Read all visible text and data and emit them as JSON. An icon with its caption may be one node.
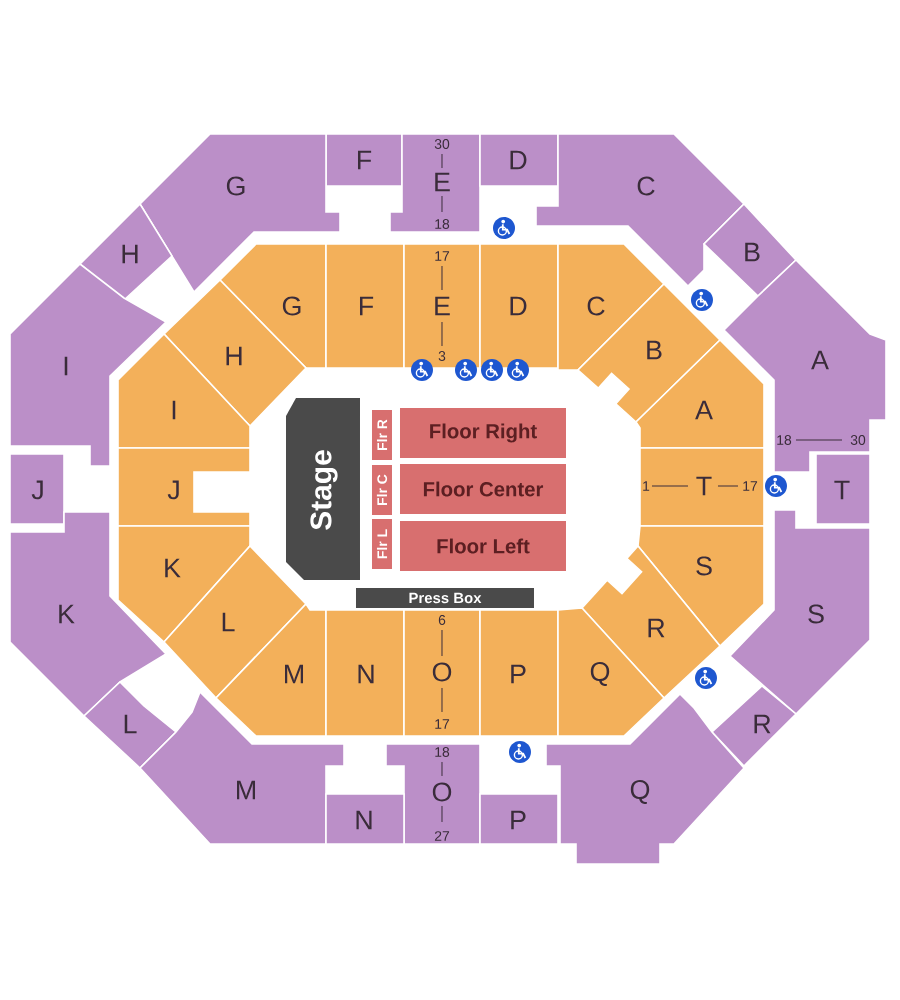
{
  "diagram": {
    "nodes": [
      {
        "text": [
          "F"
        ]
      },
      {
        "text": [
          "30",
          "E",
          "18"
        ]
      },
      {
        "text": [
          "D"
        ]
      },
      {
        "text": [
          "G"
        ]
      },
      {
        "text": [
          "C"
        ]
      },
      {
        "text": [
          "H"
        ]
      },
      {
        "text": [
          "B"
        ]
      },
      {
        "text": [
          "G"
        ]
      },
      {
        "text": [
          "F"
        ]
      },
      {
        "text": [
          "17",
          "E",
          "3"
        ]
      },
      {
        "text": [
          "D"
        ]
      },
      {
        "text": [
          "C"
        ]
      },
      {
        "text": [
          "B"
        ]
      },
      {
        "text": [
          "H"
        ]
      },
      {
        "text": [
          "I"
        ]
      },
      {
        "text": [
          "A",
          "18",
          "30"
        ]
      },
      {
        "text": [
          "I"
        ]
      },
      {
        "text": [
          "A"
        ]
      },
      {
        "text": [
          "Flr R"
        ]
      },
      {
        "text": [
          "Floor Right"
        ]
      },
      {
        "text": [
          "Stage"
        ]
      },
      {
        "text": [
          "Flr C"
        ]
      },
      {
        "text": [
          "Floor Center"
        ]
      },
      {
        "text": [
          "J"
        ]
      },
      {
        "text": [
          "J"
        ]
      },
      {
        "text": [
          "1",
          "T",
          "17"
        ]
      },
      {
        "text": [
          "T"
        ]
      },
      {
        "text": [
          "Flr L"
        ]
      },
      {
        "text": [
          "Floor Left"
        ]
      },
      {
        "text": [
          "K"
        ]
      },
      {
        "text": [
          "S"
        ]
      },
      {
        "text": [
          "Press Box"
        ]
      },
      {
        "text": [
          "K"
        ]
      },
      {
        "text": [
          "S"
        ]
      },
      {
        "text": [
          "L"
        ]
      },
      {
        "text": [
          "R"
        ]
      },
      {
        "text": [
          "M"
        ]
      },
      {
        "text": [
          "N"
        ]
      },
      {
        "text": [
          "6",
          "O",
          "17"
        ]
      },
      {
        "text": [
          "P"
        ]
      },
      {
        "text": [
          "Q"
        ]
      },
      {
        "text": [
          "L"
        ]
      },
      {
        "text": [
          "R"
        ]
      },
      {
        "text": [
          "M"
        ]
      },
      {
        "text": [
          "18",
          "O",
          "27"
        ]
      },
      {
        "text": [
          "Q"
        ]
      },
      {
        "text": [
          "N"
        ]
      },
      {
        "text": [
          "P"
        ]
      }
    ]
  }
}
